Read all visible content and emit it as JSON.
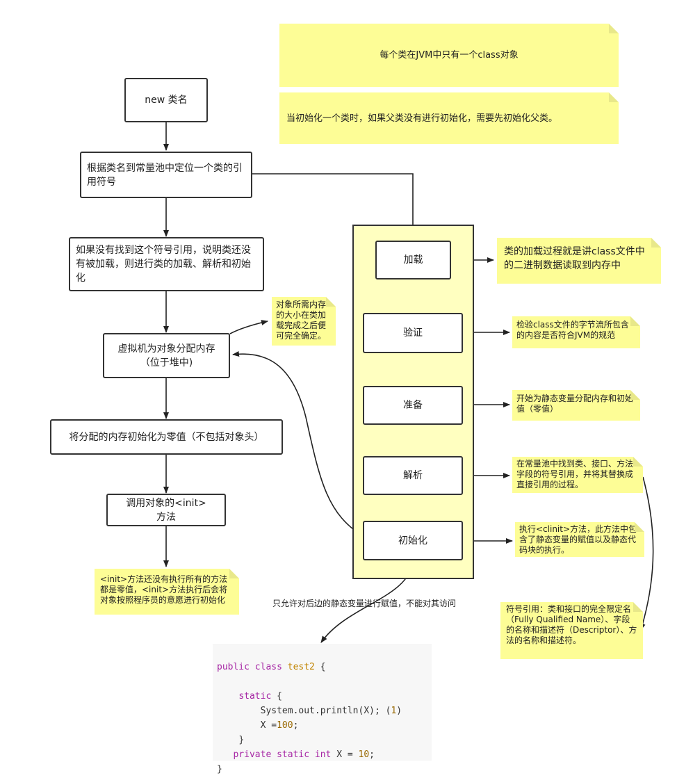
{
  "notes": {
    "one_class": "每个类在JVM中只有一个class对象",
    "parent_init": "当初始化一个类时，如果父类没有进行初始化，需要先初始化父类。",
    "memory_size": "对象所需内存的大小在类加载完成之后便可完全确定。",
    "loading_desc": "类的加载过程就是讲class文件中的二进制数据读取到内存中",
    "verify_desc": "检验class文件的字节流所包含的内容是否符合JVM的规范",
    "prepare_desc": "开始为静态变量分配内存和初始值（零值）",
    "resolve_desc": "在常量池中找到类、接口、方法字段的符号引用，并将其替换成直接引用的过程。",
    "clinit_desc": "执行<clinit>方法，此方法中包含了静态变量的赋值以及静态代码块的执行。",
    "symbol_ref": "符号引用：类和接口的完全限定名（Fully Qualified Name）、字段的名称和描述符（Descriptor）、方法的名称和描述符。",
    "init_desc": "<init>方法还没有执行所有的方法都是零值，<init>方法执行后会将对象按照程序员的意愿进行初始化"
  },
  "flow": {
    "new_class": "new 类名",
    "locate_symbol": "根据类名到常量池中定位一个类的引用符号",
    "if_not_found": "如果没有找到这个符号引用，说明类还没有被加载，则进行类的加载、解析和初始化",
    "allocate": "虚拟机为对象分配内存（位于堆中)",
    "zero_init": "将分配的内存初始化为零值（不包括对象头）",
    "call_init": "调用对象的<init>方法"
  },
  "stages": {
    "load": "加载",
    "verify": "验证",
    "prepare": "准备",
    "resolve": "解析",
    "initialize": "初始化"
  },
  "static_note": "只允许对后边的静态变量进行赋值，不能对其访问",
  "code": {
    "line1_kw": "public class",
    "line1_name": "test2",
    "line1_brace": " {",
    "line2_kw": "static",
    "line2_brace": " {",
    "line3": "System.out.println(X); (",
    "line3_num": "1",
    "line3_end": ")",
    "line4": "X =",
    "line4_num": "100",
    "line4_end": ";",
    "line5": "}",
    "line6_kw": "private static int",
    "line6_mid": " X = ",
    "line6_num": "10",
    "line6_end": ";",
    "line7": "}"
  }
}
